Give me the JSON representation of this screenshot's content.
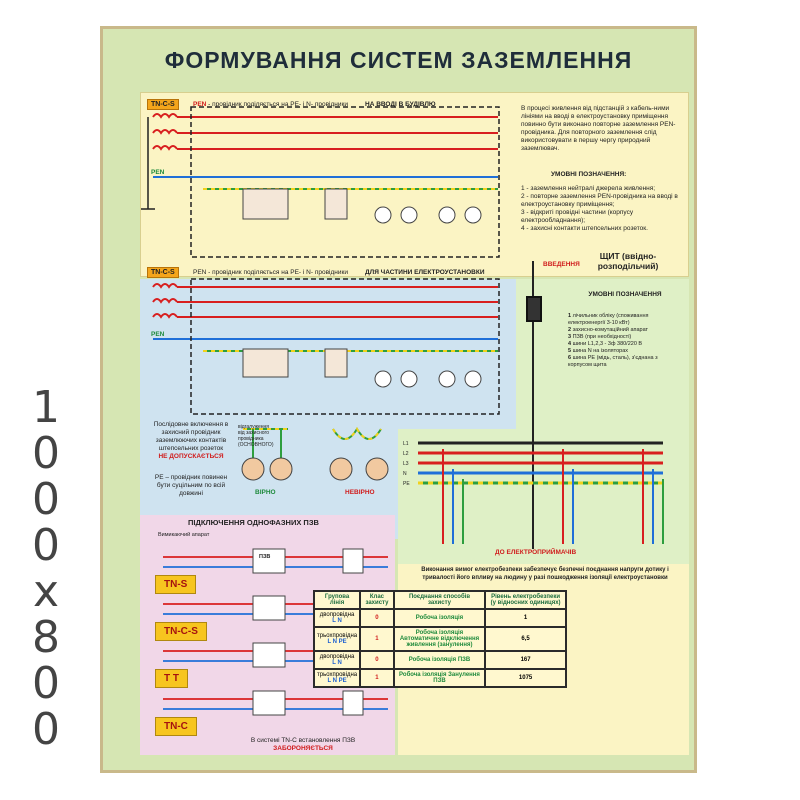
{
  "size_label": [
    "1",
    "0",
    "0",
    "0",
    "x",
    "8",
    "0",
    "0"
  ],
  "poster": {
    "title": "ФОРМУВАННЯ СИСТЕМ ЗАЗЕМЛЕННЯ"
  },
  "top_panel": {
    "system_tag": "TN-C-S",
    "caption_pre": "PEN",
    "caption": " - провідник поділяється на PE- і N- провідники",
    "section_title": "НА ВВОДІ В БУДІВЛЮ",
    "pen_label": "PEN",
    "description": "В процесі живлення від підстанцій з кабель-ними лініями на вводі в електроустановку приміщення повинно бути виконано повторне заземлення PEN-провідника. Для повторного заземлення слід використовувати в першу чергу природний заземлювач.",
    "legend_title": "УМОВНІ ПОЗНАЧЕННЯ:",
    "legend_items": [
      "1 - заземлення нейтралі джерела живлення;",
      "2 - повторне заземлення PEN-провідника на вводі в електроустановку приміщення;",
      "3 - відкриті провідні частини (корпусу електрообладнання);",
      "4 - захисні контакти штепсельних розеток."
    ]
  },
  "middle_panel": {
    "system_tag": "TN-C-S",
    "caption": "PEN - провідник поділяється на PE- і N- провідники",
    "section_title": "ДЛЯ ЧАСТИНИ ЕЛЕКТРОУСТАНОВКИ",
    "pen_label": "PEN",
    "wrong_note": "Послідовне включення в захисний провідник заземлюючих контактів штепсельних розеток",
    "wrong_note_red": "НЕ ДОПУСКАЄТЬСЯ",
    "pe_note": "PE – провідник повинен бути суцільним по всій довжині",
    "correct_label": "ВІРНО",
    "incorrect_label": "НЕВІРНО",
    "socket_notes": [
      "відгалуження",
      "від захисного",
      "провідника",
      "(ОСНОВНОГО)"
    ]
  },
  "switchboard": {
    "title": "ЩИТ (ввідно-розподільчий)",
    "input_label": "ВВЕДЕННЯ",
    "legend_title": "УМОВНІ ПОЗНАЧЕННЯ",
    "legend_items": [
      {
        "num": "1",
        "text": "лічильник обліку (споживання електроенергії 3-10 кВт)"
      },
      {
        "num": "2",
        "text": "захисно-комутаційний апарат"
      },
      {
        "num": "3",
        "text": "ПЗВ (при необхідності)"
      },
      {
        "num": "4",
        "text": "шини L1,2,3 - 3ф 380/220 В"
      },
      {
        "num": "5",
        "text": "шина N на ізоляторах"
      },
      {
        "num": "6",
        "text": "шина PE (мідь, сталь), з'єднана з корпусом щита"
      }
    ],
    "bus_labels": [
      "L1",
      "L2",
      "L3",
      "N",
      "PE"
    ],
    "output_label": "ДО ЕЛЕКТРОПРИЙМАЧІВ"
  },
  "rcd_panel": {
    "title": "ПІДКЛЮЧЕННЯ ОДНОФАЗНИХ ПЗВ",
    "breaker_label": "Вимикаючий апарат",
    "systems": [
      "TN-S",
      "TN-C-S",
      "T T",
      "TN-C"
    ],
    "device_label": "ПЗВ",
    "footer": "В системі TN-C встановлення ПЗВ",
    "footer_red": "ЗАБОРОНЯЄТЬСЯ"
  },
  "table_panel": {
    "title": "Виконання вимог електробезпеки забезпечує безпечні поєднання напруги дотику і тривалості його впливу на людину у разі пошкодження ізоляції електроустановки",
    "headers": [
      "Групова лінія",
      "Клас захисту",
      "Поєднання способів захисту",
      "Рівень електробезпеки (у відносних одиницях)"
    ],
    "rows": [
      {
        "line": "двопровідна",
        "conductors": "L N",
        "class": "0",
        "method": "Робоча ізоляція",
        "level": "1"
      },
      {
        "line": "трьохпровідна",
        "conductors": "L N PE",
        "class": "1",
        "method": "Робоча ізоляція Автоматичне відключення живлення (занулення)",
        "level": "6,5"
      },
      {
        "line": "двопровідна",
        "conductors": "L N",
        "class": "0",
        "method": "Робоча ізоляція ПЗВ",
        "level": "167"
      },
      {
        "line": "трьохпровідна",
        "conductors": "L N PE",
        "class": "1",
        "method": "Робоча ізоляція Занулення ПЗВ",
        "level": "1075"
      }
    ]
  },
  "colors": {
    "phase": "#d81f1f",
    "neutral": "#1f6fd8",
    "pe_green": "#2e9e3e",
    "pe_yellow": "#f2d21b",
    "pen": "#2e9e3e",
    "frame": "#c9b98a",
    "background": "#d6e6b3"
  }
}
